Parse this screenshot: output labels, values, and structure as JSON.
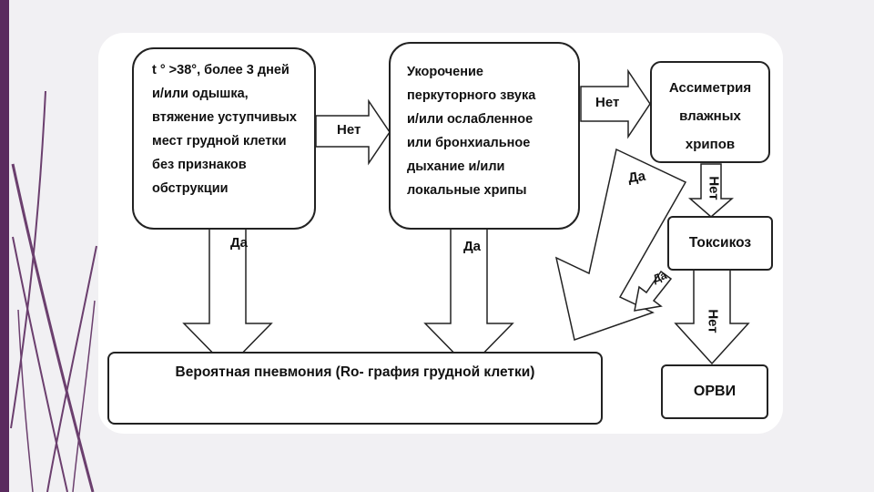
{
  "theme": {
    "bar_color": "#5a2a5e",
    "line_color": "#6b3f6e",
    "panel_bg": "#ffffff"
  },
  "boxes": {
    "left": "t ° >38°, более 3 дней\nи/или одышка,\nвтяжение уступчивых\nмест грудной клетки\nбез признаков\nобструкции",
    "middle": "Укорочение\nперкуторного звука\nи/или ослабленное\nили бронхиальное\nдыхание и/или\nлокальные хрипы",
    "asymmetry": "Ассиметрия\nвлажных\nхрипов",
    "toxicosis": "Токсикоз",
    "bottom": "Вероятная пневмония (Ro- графия грудной клетки)",
    "orvi": "ОРВИ"
  },
  "labels": {
    "net_1": "Нет",
    "net_2": "Нет",
    "da_1": "Да",
    "da_2": "Да",
    "da_3": "Да",
    "da_4": "Да",
    "net_v1": "Нет",
    "net_v2": "Нет"
  }
}
